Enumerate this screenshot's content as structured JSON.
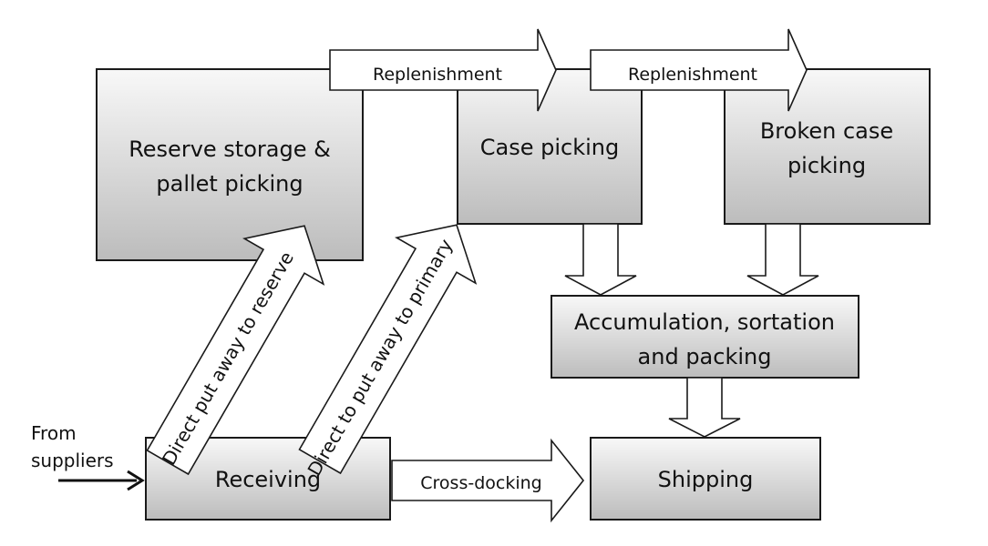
{
  "nodes": {
    "reserve": {
      "line1": "Reserve storage &",
      "line2": "pallet picking"
    },
    "case_picking": {
      "label": "Case picking"
    },
    "broken_case": {
      "line1": "Broken case",
      "line2": "picking"
    },
    "accumulation": {
      "line1": "Accumulation, sortation",
      "line2": "and packing"
    },
    "receiving": {
      "label": "Receiving"
    },
    "shipping": {
      "label": "Shipping"
    }
  },
  "arrows": {
    "replenishment_1": "Replenishment",
    "replenishment_2": "Replenishment",
    "direct_reserve": "Direct put away to reserve",
    "direct_primary": "Direct to put away to primary",
    "cross_docking": "Cross-docking"
  },
  "inputs": {
    "from_suppliers_line1": "From",
    "from_suppliers_line2": "suppliers"
  },
  "colors": {
    "box_top": "#f7f7f7",
    "box_bottom": "#bdbdbd",
    "stroke": "#1a1a1a",
    "arrow_fill": "#ffffff"
  }
}
